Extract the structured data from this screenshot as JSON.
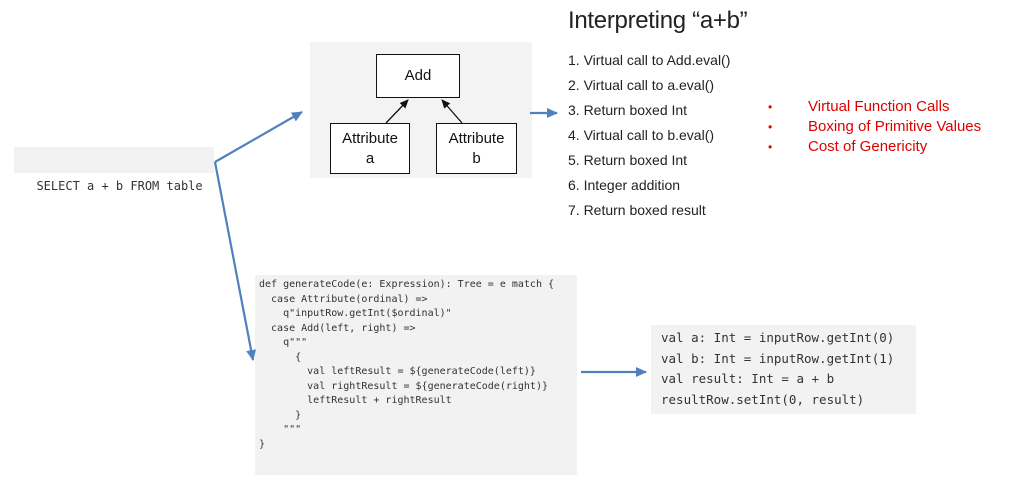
{
  "sql_query": "SELECT a + b FROM table",
  "tree": {
    "root": "Add",
    "left": {
      "line1": "Attribute",
      "line2": "a"
    },
    "right": {
      "line1": "Attribute",
      "line2": "b"
    }
  },
  "title": "Interpreting “a+b”",
  "steps": [
    "1.  Virtual call to Add.eval()",
    "2.  Virtual call to a.eval()",
    "3.  Return boxed Int",
    "4.  Virtual call to b.eval()",
    "5.  Return boxed Int",
    "6.  Integer addition",
    "7.  Return boxed result"
  ],
  "issues": [
    "Virtual Function Calls",
    "Boxing of Primitive Values",
    "Cost of Genericity"
  ],
  "codegen_lines": [
    "def generateCode(e: Expression): Tree = e match {",
    "  case Attribute(ordinal) =>",
    "    q\"inputRow.getInt($ordinal)\"",
    "  case Add(left, right) =>",
    "    q\"\"\"",
    "      {",
    "        val leftResult = ${generateCode(left)}",
    "        val rightResult = ${generateCode(right)}",
    "        leftResult + rightResult",
    "      }",
    "    \"\"\"",
    "}"
  ],
  "result_lines": [
    "val a: Int = inputRow.getInt(0)",
    "val b: Int = inputRow.getInt(1)",
    "val result: Int = a + b",
    "resultRow.setInt(0, result)"
  ],
  "colors": {
    "arrow": "#4f81bd",
    "issue_text": "#e00000",
    "code_bg": "#f2f2f2"
  }
}
